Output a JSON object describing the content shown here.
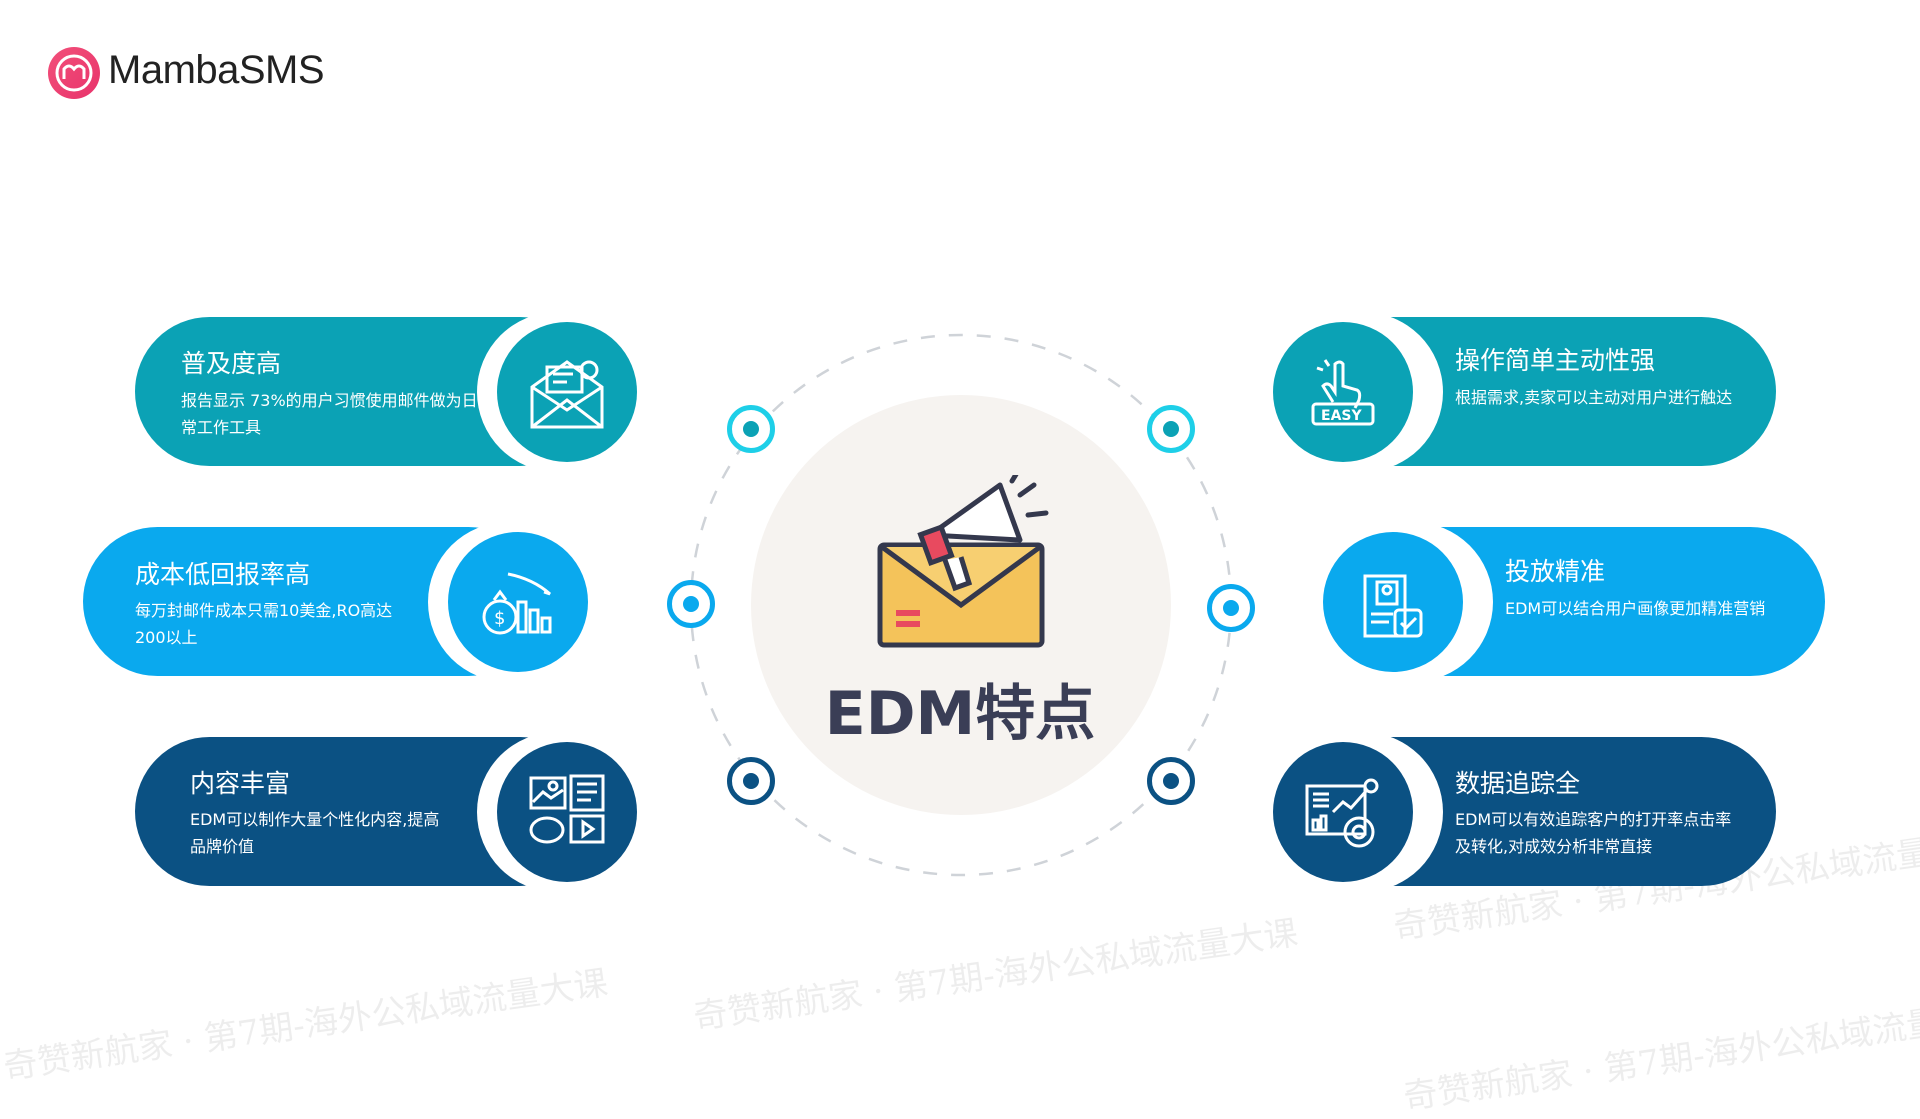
{
  "brand": {
    "name": "MambaSMS"
  },
  "center": {
    "title": "EDM特点"
  },
  "colors": {
    "teal": "#0ba2b5",
    "sky": "#0aa9ee",
    "navy": "#0b5183"
  },
  "features": [
    {
      "title": "普及度高",
      "body": "报告显示 73%的用户习惯使用邮件做为日常工作工具",
      "icon": "envelope-icon"
    },
    {
      "title": "成本低回报率高",
      "body": "每万封邮件成本只需10美金,RO高达200以上",
      "icon": "money-bag-chart-icon"
    },
    {
      "title": "内容丰富",
      "body": "EDM可以制作大量个性化内容,提高品牌价值",
      "icon": "content-media-icon"
    },
    {
      "title": "操作简单主动性强",
      "body": "根据需求,卖家可以主动对用户进行触达",
      "icon": "easy-hand-icon"
    },
    {
      "title": "投放精准",
      "body": "EDM可以结合用户画像更加精准营销",
      "icon": "profile-document-icon"
    },
    {
      "title": "数据追踪全",
      "body": "EDM可以有效追踪客户的打开率点击率及转化,对成效分析非常直接",
      "icon": "analytics-dashboard-icon"
    }
  ],
  "watermark": "奇赞新航家 · 第7期-海外公私域流量大课"
}
